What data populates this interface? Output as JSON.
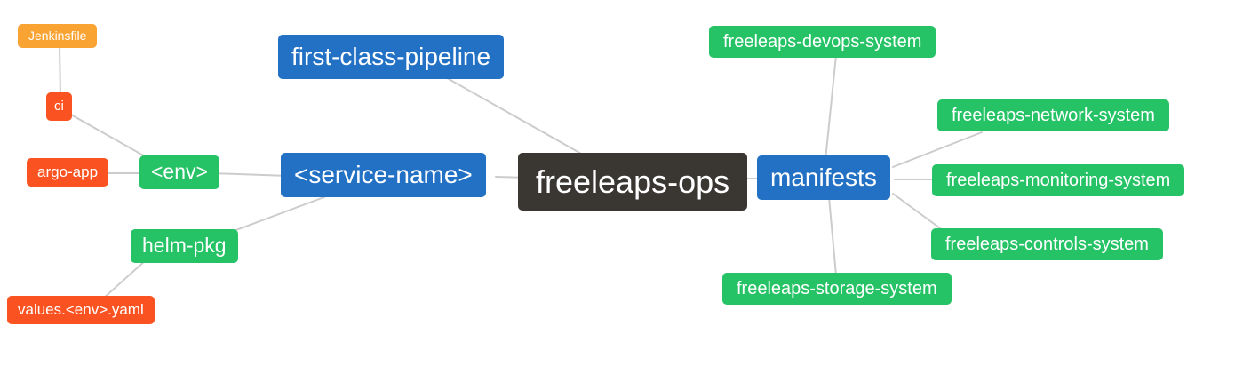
{
  "diagram": {
    "type": "mindmap",
    "root_label": "freeleaps-ops",
    "nodes": {
      "root": {
        "label": "freeleaps-ops",
        "level": 0
      },
      "fcp": {
        "label": "first-class-pipeline",
        "level": 1
      },
      "service": {
        "label": "<service-name>",
        "level": 1
      },
      "manifests": {
        "label": "manifests",
        "level": 1
      },
      "env": {
        "label": "<env>",
        "level": 2
      },
      "helm_pkg": {
        "label": "helm-pkg",
        "level": 2
      },
      "ci": {
        "label": "ci",
        "level": 3
      },
      "argo_app": {
        "label": "argo-app",
        "level": 3
      },
      "values_env_yaml": {
        "label": "values.<env>.yaml",
        "level": 3
      },
      "jenkinsfile": {
        "label": "Jenkinsfile",
        "level": 4
      },
      "devops": {
        "label": "freeleaps-devops-system",
        "level": 2
      },
      "network": {
        "label": "freeleaps-network-system",
        "level": 2
      },
      "monitoring": {
        "label": "freeleaps-monitoring-system",
        "level": 2
      },
      "controls": {
        "label": "freeleaps-controls-system",
        "level": 2
      },
      "storage": {
        "label": "freeleaps-storage-system",
        "level": 2
      }
    },
    "edges": [
      [
        "freeleaps-ops",
        "first-class-pipeline"
      ],
      [
        "freeleaps-ops",
        "<service-name>"
      ],
      [
        "freeleaps-ops",
        "manifests"
      ],
      [
        "<service-name>",
        "<env>"
      ],
      [
        "<service-name>",
        "helm-pkg"
      ],
      [
        "<env>",
        "ci"
      ],
      [
        "<env>",
        "argo-app"
      ],
      [
        "ci",
        "Jenkinsfile"
      ],
      [
        "helm-pkg",
        "values.<env>.yaml"
      ],
      [
        "manifests",
        "freeleaps-devops-system"
      ],
      [
        "manifests",
        "freeleaps-network-system"
      ],
      [
        "manifests",
        "freeleaps-monitoring-system"
      ],
      [
        "manifests",
        "freeleaps-controls-system"
      ],
      [
        "manifests",
        "freeleaps-storage-system"
      ]
    ],
    "colors": {
      "root_bg": "#3A3733",
      "level1_bg": "#2271C4",
      "level2_bg": "#26C366",
      "level3_bg": "#FA5321",
      "level4_bg": "#F9A333",
      "text": "#FFFFFF",
      "edge": "#CCCCCC",
      "background": "#FFFFFF"
    }
  }
}
